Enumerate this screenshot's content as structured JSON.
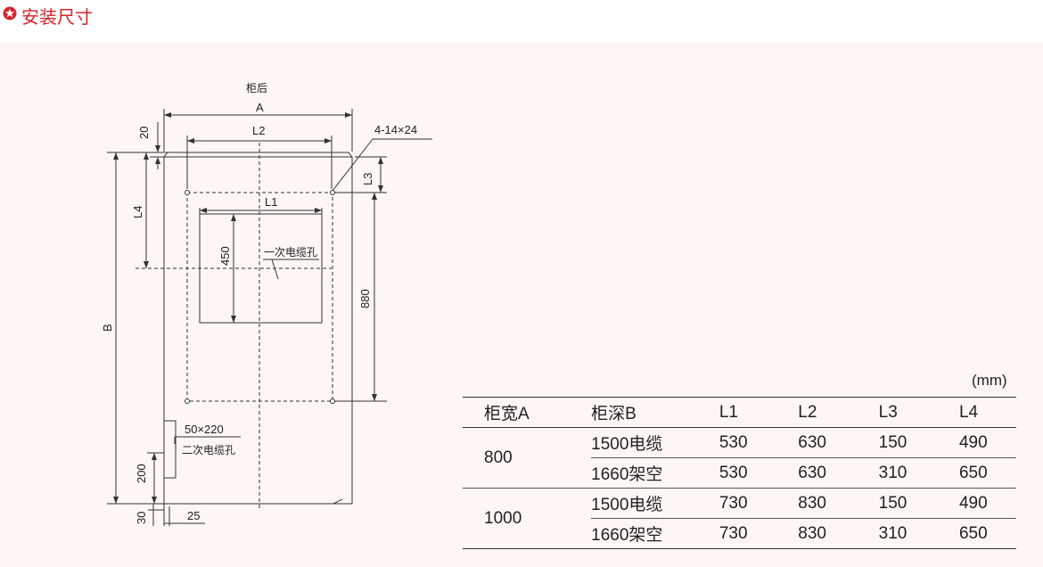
{
  "header": {
    "title": "安装尺寸",
    "icon": "star-badge-icon",
    "accent": "#d8232a"
  },
  "drawing": {
    "top_label": "柜后",
    "dim_A": "A",
    "dim_L2": "L2",
    "dim_20": "20",
    "dim_hole": "4-14×24",
    "dim_L3": "L3",
    "dim_L4": "L4",
    "dim_L1": "L1",
    "dim_450": "450",
    "primary_cable_hole": "一次电缆孔",
    "dim_880": "880",
    "dim_B": "B",
    "dim_50x220": "50×220",
    "secondary_cable_hole": "二次电缆孔",
    "dim_200": "200",
    "dim_30": "30",
    "dim_25": "25"
  },
  "table": {
    "unit": "(mm)",
    "headers": [
      "柜宽A",
      "柜深B",
      "L1",
      "L2",
      "L3",
      "L4"
    ],
    "groups": [
      {
        "width": "800",
        "rows": [
          {
            "depth": "1500电缆",
            "L1": "530",
            "L2": "630",
            "L3": "150",
            "L4": "490"
          },
          {
            "depth": "1660架空",
            "L1": "530",
            "L2": "630",
            "L3": "310",
            "L4": "650"
          }
        ]
      },
      {
        "width": "1000",
        "rows": [
          {
            "depth": "1500电缆",
            "L1": "730",
            "L2": "830",
            "L3": "150",
            "L4": "490"
          },
          {
            "depth": "1660架空",
            "L1": "730",
            "L2": "830",
            "L3": "310",
            "L4": "650"
          }
        ]
      }
    ]
  }
}
